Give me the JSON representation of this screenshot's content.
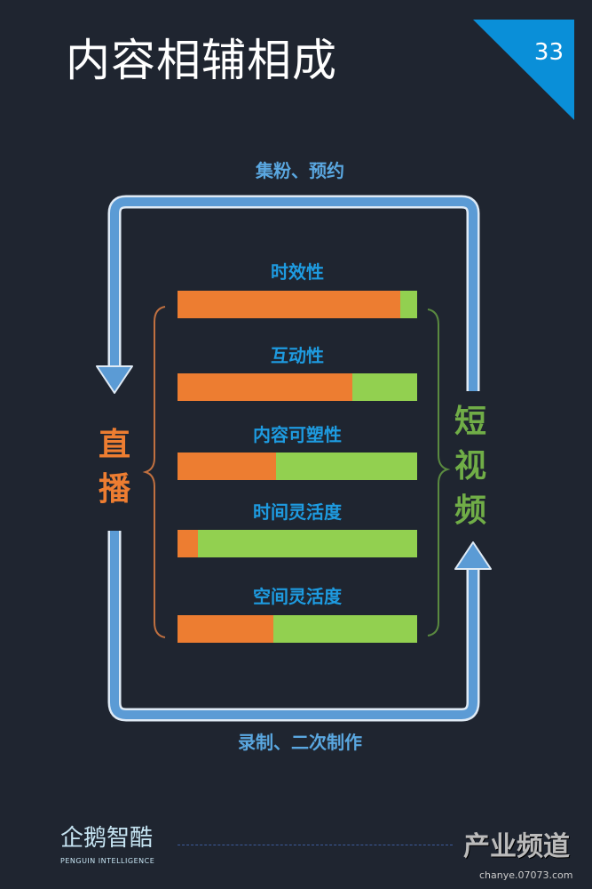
{
  "title": "内容相辅相成",
  "page_number": "33",
  "flows": {
    "top": "集粉、预约",
    "bottom": "录制、二次制作"
  },
  "left_label": [
    "直",
    "播"
  ],
  "right_label": [
    "短",
    "视",
    "频"
  ],
  "attributes": [
    {
      "label": "时效性",
      "live_share": 0.93
    },
    {
      "label": "互动性",
      "live_share": 0.73
    },
    {
      "label": "内容可塑性",
      "live_share": 0.41
    },
    {
      "label": "时间灵活度",
      "live_share": 0.085
    },
    {
      "label": "空间灵活度",
      "live_share": 0.4
    }
  ],
  "colors": {
    "live": "#ed7d31",
    "short_video": "#92d050",
    "arrow": "#5b9bd5",
    "accent": "#0a8fd8"
  },
  "logo": {
    "name": "企鹅智酷",
    "sub": "PENGUIN INTELLIGENCE"
  },
  "watermark": {
    "name": "产业频道",
    "url": "chanye.07073.com"
  }
}
